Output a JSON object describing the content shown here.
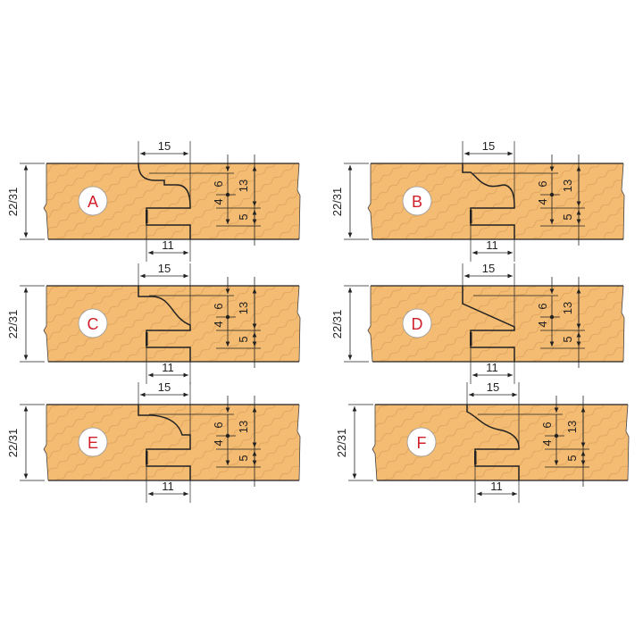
{
  "colors": {
    "wood": "#f4bb72",
    "grain": "#c98d4a",
    "line": "#222222",
    "letter": "#d0202a"
  },
  "panels": [
    {
      "letter": "A",
      "thickness": "22/31",
      "width_top": "15",
      "width_bottom": "11",
      "d1": "6",
      "d2": "4",
      "d3": "5",
      "total": "13"
    },
    {
      "letter": "B",
      "thickness": "22/31",
      "width_top": "15",
      "width_bottom": "11",
      "d1": "6",
      "d2": "4",
      "d3": "5",
      "total": "13"
    },
    {
      "letter": "C",
      "thickness": "22/31",
      "width_top": "15",
      "width_bottom": "11",
      "d1": "6",
      "d2": "4",
      "d3": "5",
      "total": "13"
    },
    {
      "letter": "D",
      "thickness": "22/31",
      "width_top": "15",
      "width_bottom": "11",
      "d1": "6",
      "d2": "4",
      "d3": "5",
      "total": "13"
    },
    {
      "letter": "E",
      "thickness": "22/31",
      "width_top": "15",
      "width_bottom": "11",
      "d1": "6",
      "d2": "4",
      "d3": "5",
      "total": "13"
    },
    {
      "letter": "F",
      "thickness": "22/31",
      "width_top": "15",
      "width_bottom": "11",
      "d1": "6",
      "d2": "4",
      "d3": "5",
      "total": "13"
    }
  ]
}
